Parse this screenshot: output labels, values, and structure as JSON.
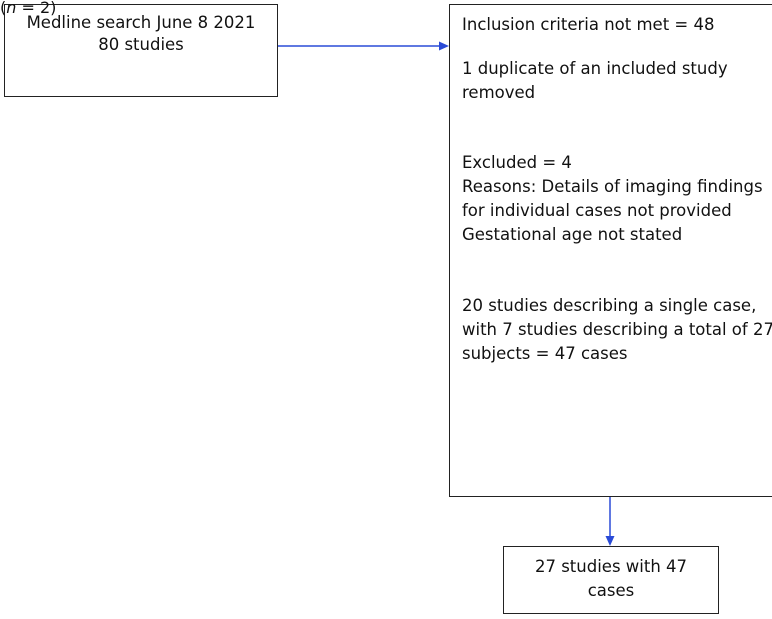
{
  "corner_note": {
    "var": "n",
    "rest": " = 2)",
    "prefix": "("
  },
  "search_box": {
    "line1": "Medline search June 8  2021",
    "line2": "80 studies"
  },
  "criteria_box": {
    "not_met": "Inclusion criteria not met = 48",
    "duplicate": "1 duplicate of an included study removed",
    "excluded": "Excluded = 4",
    "reasons_1": "Reasons: Details of imaging findings for individual cases not provided",
    "reasons_2": "Gestational age not stated",
    "summary": "20  studies describing a single case,  with 7 studies describing a total of 27 subjects = 47 cases"
  },
  "result_box": {
    "text": "27 studies with 47 cases"
  },
  "colors": {
    "arrow": "#2a4bd7",
    "border": "#222222"
  }
}
